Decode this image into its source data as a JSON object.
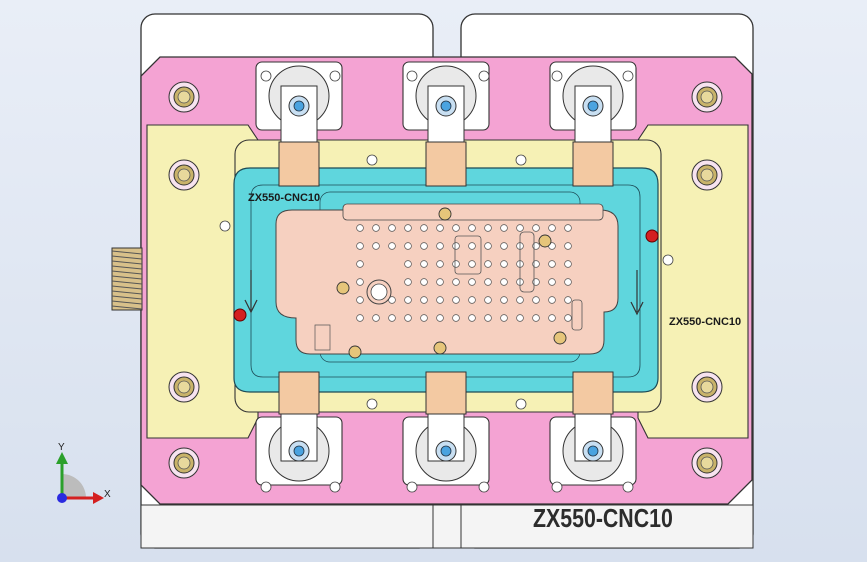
{
  "viewport": {
    "name": "cad-graphics-area"
  },
  "part": {
    "label_left": "ZX550-CNC10",
    "label_right": "ZX550-CNC10",
    "label_bottom": "ZX550-CNC10"
  },
  "triad": {
    "x_label": "X",
    "y_label": "Y"
  },
  "colors": {
    "background": "#e3e9f3",
    "base_plate": "#ffffff",
    "pink_plate": "#f4a3d3",
    "yellow_plate": "#f6f1b5",
    "cyan_fixture": "#5fd6dd",
    "workpiece": "#f6d0c0",
    "clamp_pad": "#f3c9a2",
    "bolt": "#d8c98a",
    "pin_red": "#d42020"
  }
}
